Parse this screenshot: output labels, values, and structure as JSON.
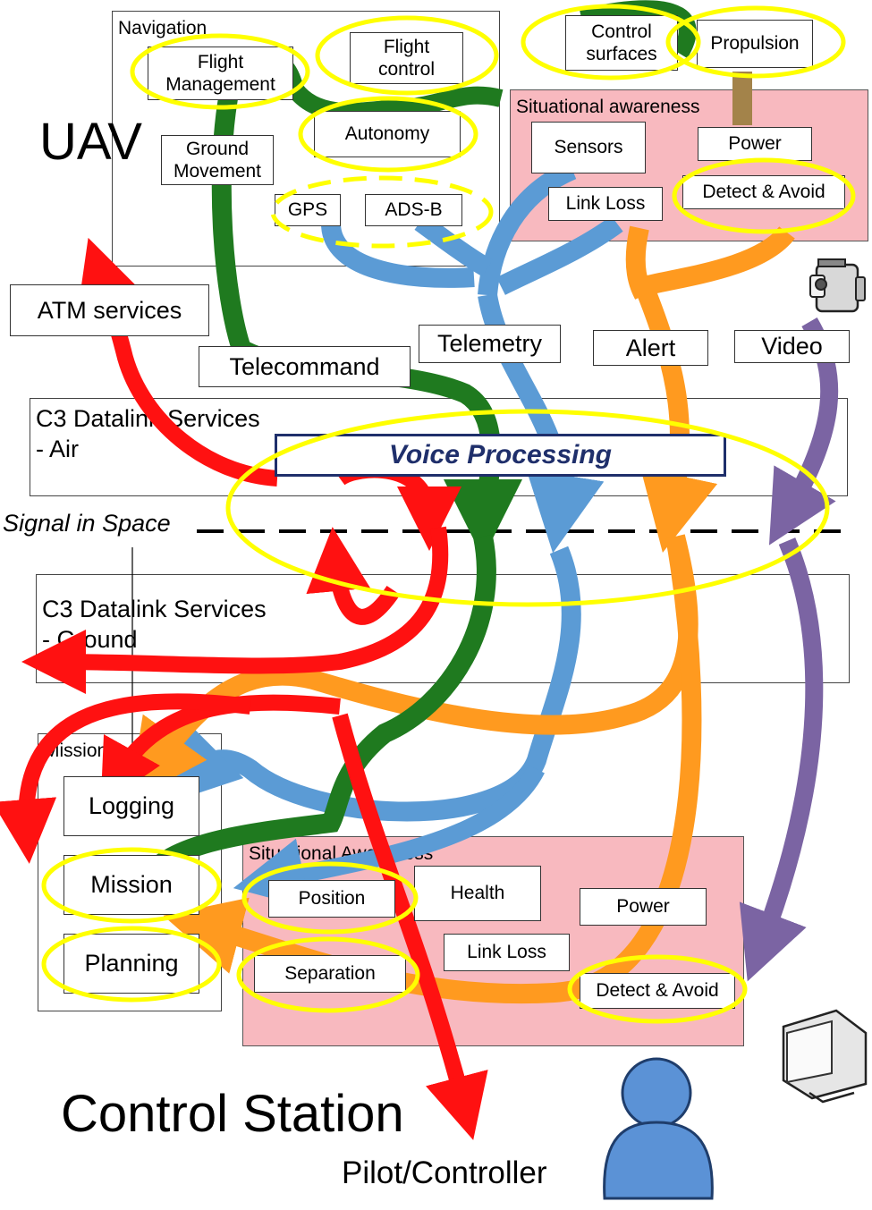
{
  "colors": {
    "telecommand": "#1f7a1f",
    "telemetry": "#5b9bd5",
    "alert": "#ff9a1f",
    "video": "#7b64a3",
    "atm": "#ff1111",
    "highlight": "#ffff00",
    "awareness": "#f8b9bf",
    "voice": "#1f2f6b"
  },
  "titles": {
    "uav": "UAV",
    "control_station": "Control Station",
    "pilot": "Pilot/Controller",
    "signal_in_space": "Signal in Space"
  },
  "uav": {
    "navigation": {
      "label": "Navigation",
      "flight_management": "Flight\nManagement",
      "flight_control": "Flight\ncontrol",
      "autonomy": "Autonomy",
      "ground_movement": "Ground\nMovement",
      "gps": "GPS",
      "ads_b": "ADS-B"
    },
    "control_surfaces": "Control\nsurfaces",
    "propulsion": "Propulsion",
    "situational_awareness": {
      "label": "Situational awareness",
      "sensors": "Sensors",
      "power": "Power",
      "link_loss": "Link Loss",
      "detect_avoid": "Detect & Avoid"
    }
  },
  "services": {
    "atm": "ATM services",
    "telecommand": "Telecommand",
    "telemetry": "Telemetry",
    "alert": "Alert",
    "video": "Video"
  },
  "datalink": {
    "air": "C3 Datalink Services\n - Air",
    "ground": "C3 Datalink Services\n - Ground",
    "voice_processing": "Voice Processing"
  },
  "station": {
    "mission_group": {
      "label": "Mission",
      "logging": "Logging",
      "mission": "Mission",
      "planning": "Planning"
    },
    "situational_awareness": {
      "label": "Situational Awareness",
      "position": "Position",
      "health": "Health",
      "power": "Power",
      "link_loss": "Link Loss",
      "separation": "Separation",
      "detect_avoid": "Detect & Avoid"
    }
  }
}
